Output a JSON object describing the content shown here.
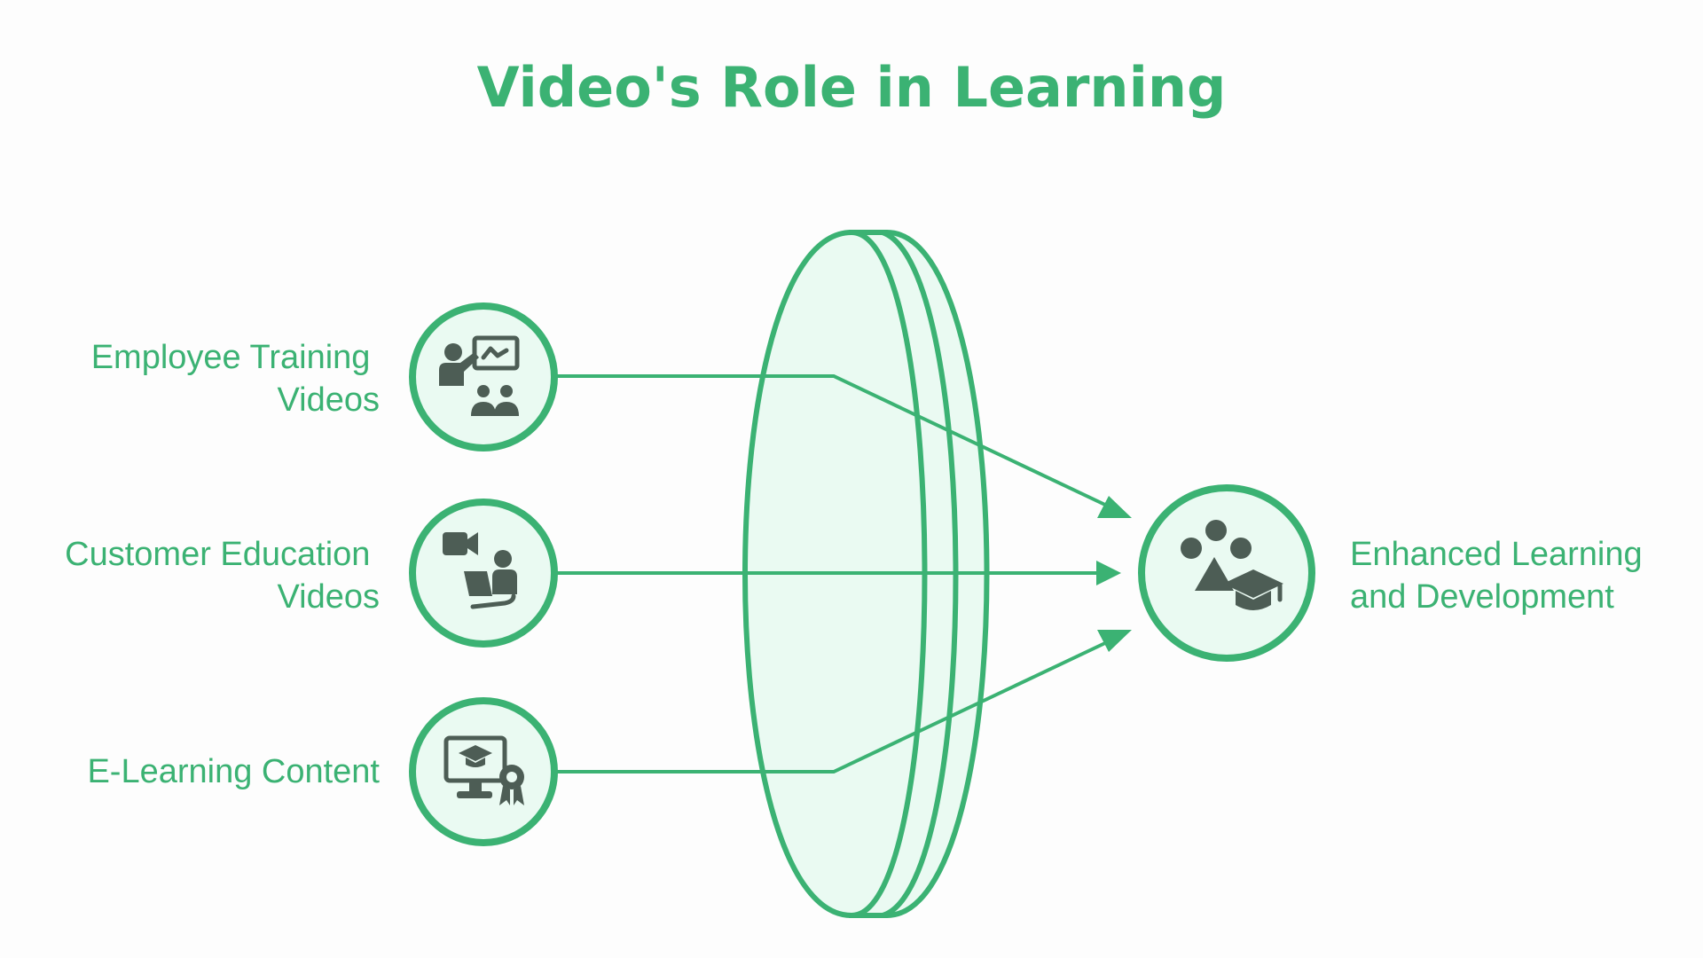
{
  "title": "Video's Role in Learning",
  "inputs": [
    {
      "lines": [
        "Employee Training",
        "Videos"
      ],
      "icon": "trainer-presentation-icon"
    },
    {
      "lines": [
        "Customer Education",
        "Videos"
      ],
      "icon": "video-learner-icon"
    },
    {
      "lines": [
        "E-Learning Content"
      ],
      "icon": "online-course-certificate-icon"
    }
  ],
  "output": {
    "lines": [
      "Enhanced Learning",
      "and Development"
    ],
    "icon": "learning-development-icon"
  },
  "colors": {
    "accent": "#3bb273",
    "node_fill": "#eafaf2",
    "icon": "#4d5d55",
    "background": "#fdfdfd"
  }
}
